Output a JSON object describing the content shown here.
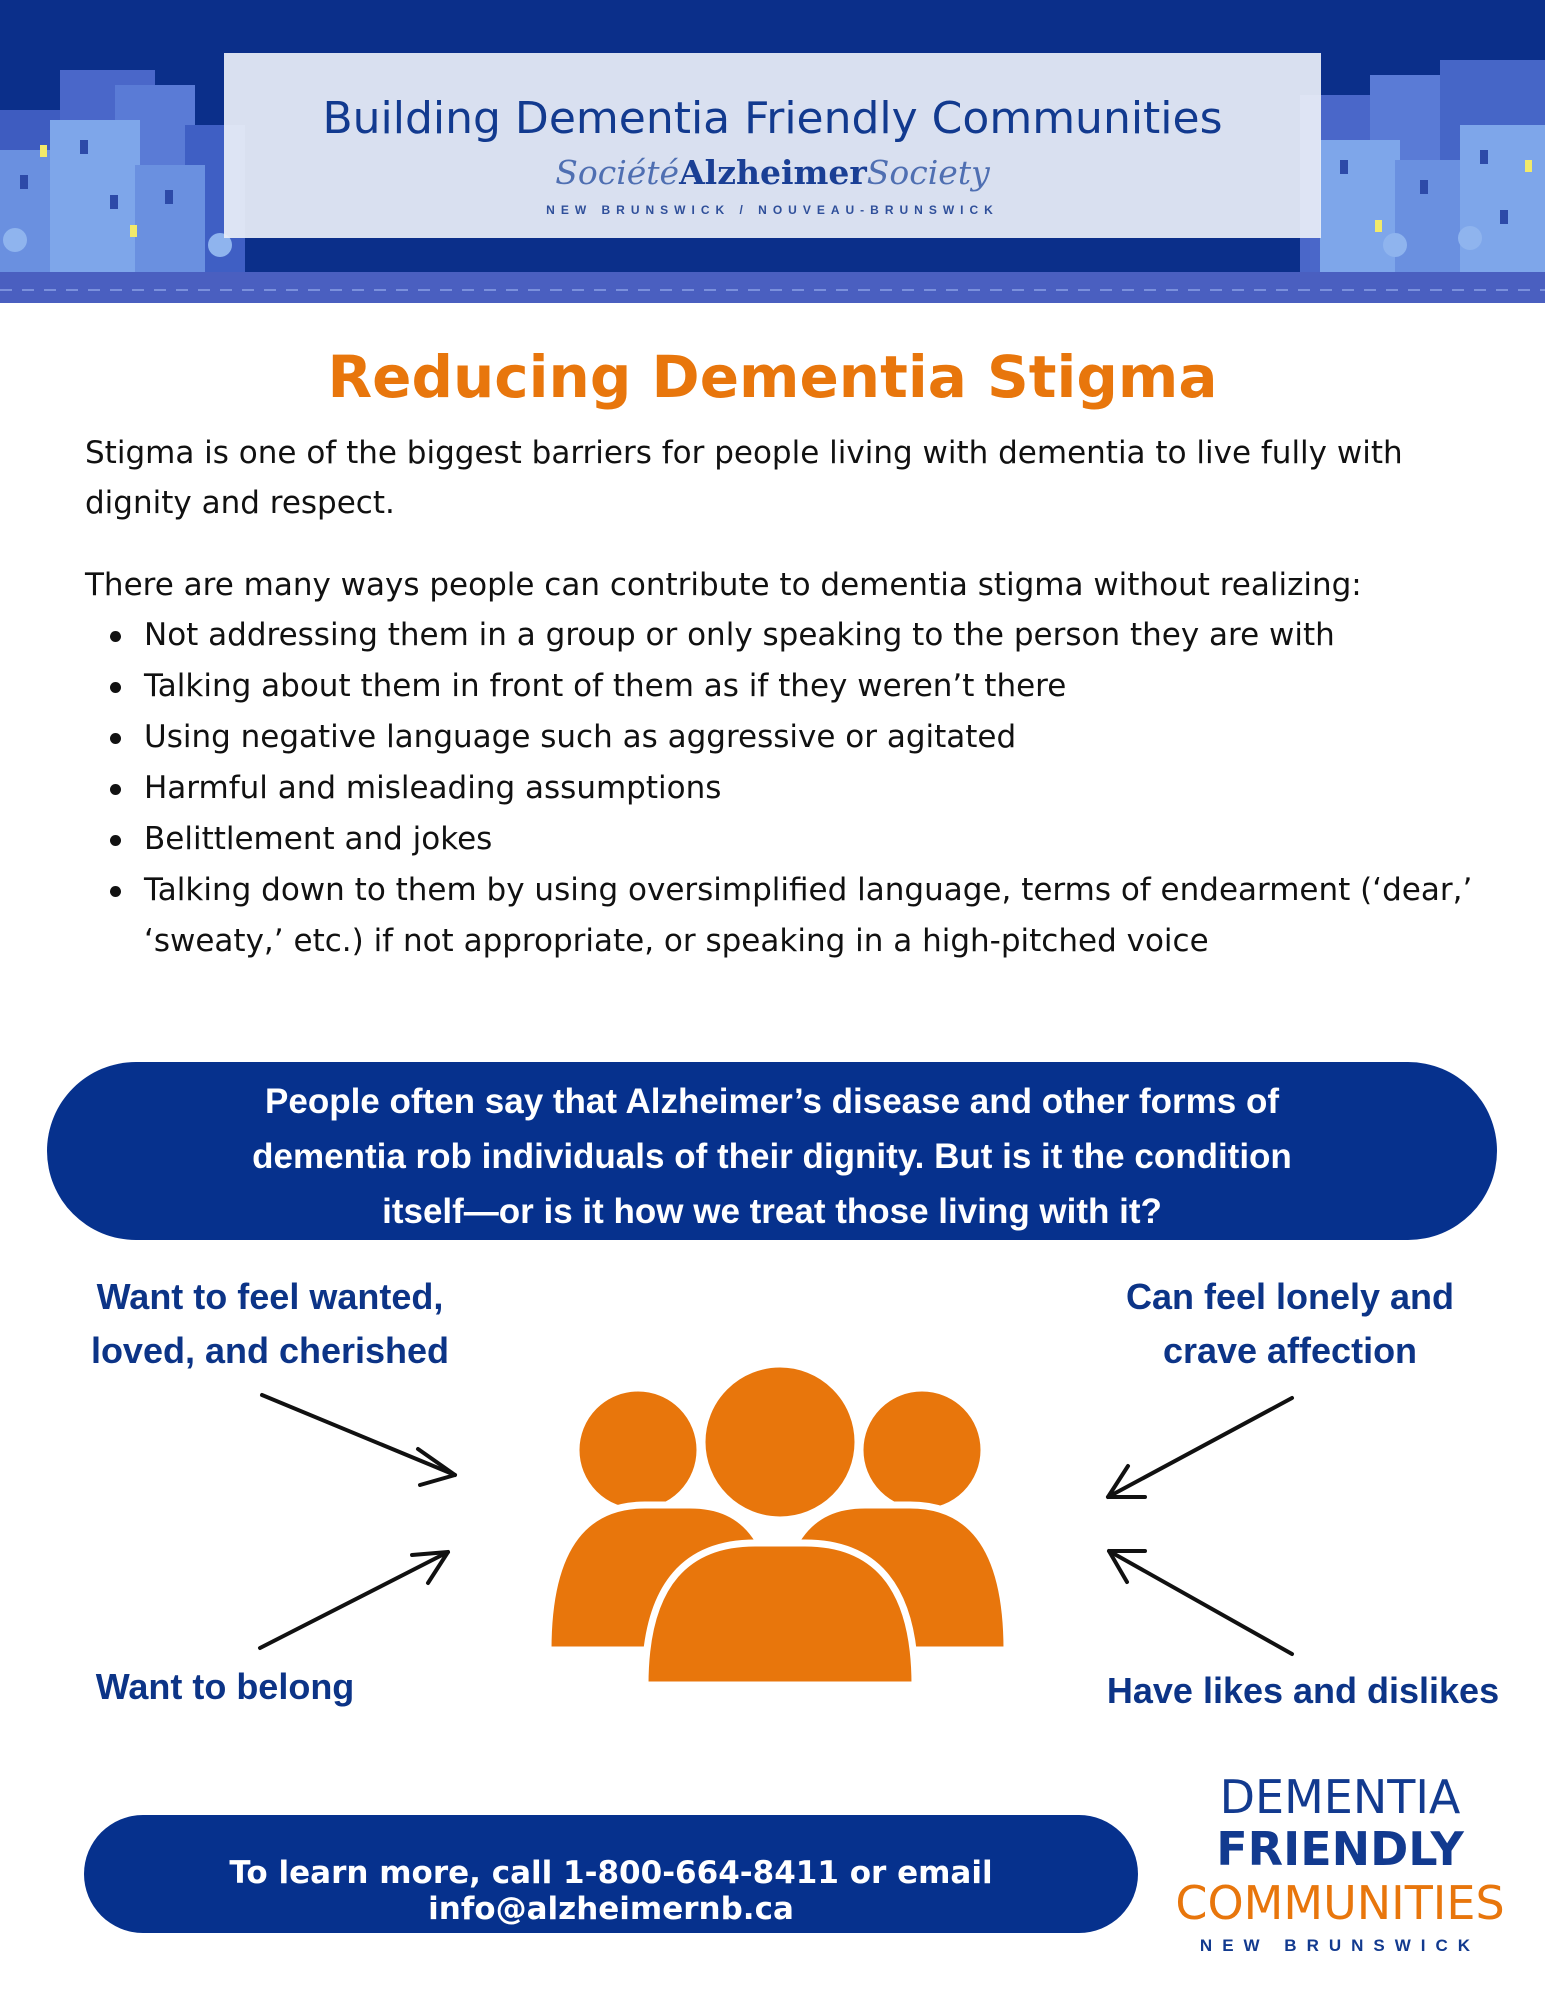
{
  "header": {
    "title": "Building Dementia Friendly Communities",
    "society_fr": "Société",
    "society_name": "Alzheimer",
    "society_en": "Society",
    "region": "NEW BRUNSWICK / NOUVEAU-BRUNSWICK"
  },
  "main": {
    "title": "Reducing Dementia Stigma",
    "intro": "Stigma is one of the biggest barriers for people living with dementia to live fully with dignity and respect.",
    "lead": "There are many ways people can contribute to dementia stigma without realizing:",
    "bullets": [
      "Not addressing them in a group or only speaking to the person they are with",
      "Talking about them in front of them as if they weren’t there",
      "Using negative language such as aggressive or agitated",
      "Harmful and misleading assumptions",
      "Belittlement and jokes",
      "Talking down to them by using oversimplified language, terms of endearment (‘dear,’ ‘sweaty,’ etc.) if not appropriate, or speaking in a high-pitched voice"
    ]
  },
  "quote": "People often say that Alzheimer’s disease and other forms of dementia rob individuals of their dignity. But is it the condition itself—or is it how we treat those living with it?",
  "labels": {
    "top_left": "Want to feel wanted, loved, and cherished",
    "top_right": "Can feel lonely and crave affection",
    "bottom_left": "Want to belong",
    "bottom_right": "Have likes and dislikes"
  },
  "footer": {
    "contact": "To learn more, call 1-800-664-8411 or email info@alzheimernb.ca"
  },
  "logo": {
    "line1": "DEMENTIA",
    "line2": "FRIENDLY",
    "line3": "COMMUNITIES",
    "line4": "NEW BRUNSWICK"
  },
  "colors": {
    "navy": "#06318d",
    "orange": "#e8760c",
    "label_blue": "#0c3487"
  },
  "icons": [
    "people-group-icon",
    "arrow-icon"
  ]
}
